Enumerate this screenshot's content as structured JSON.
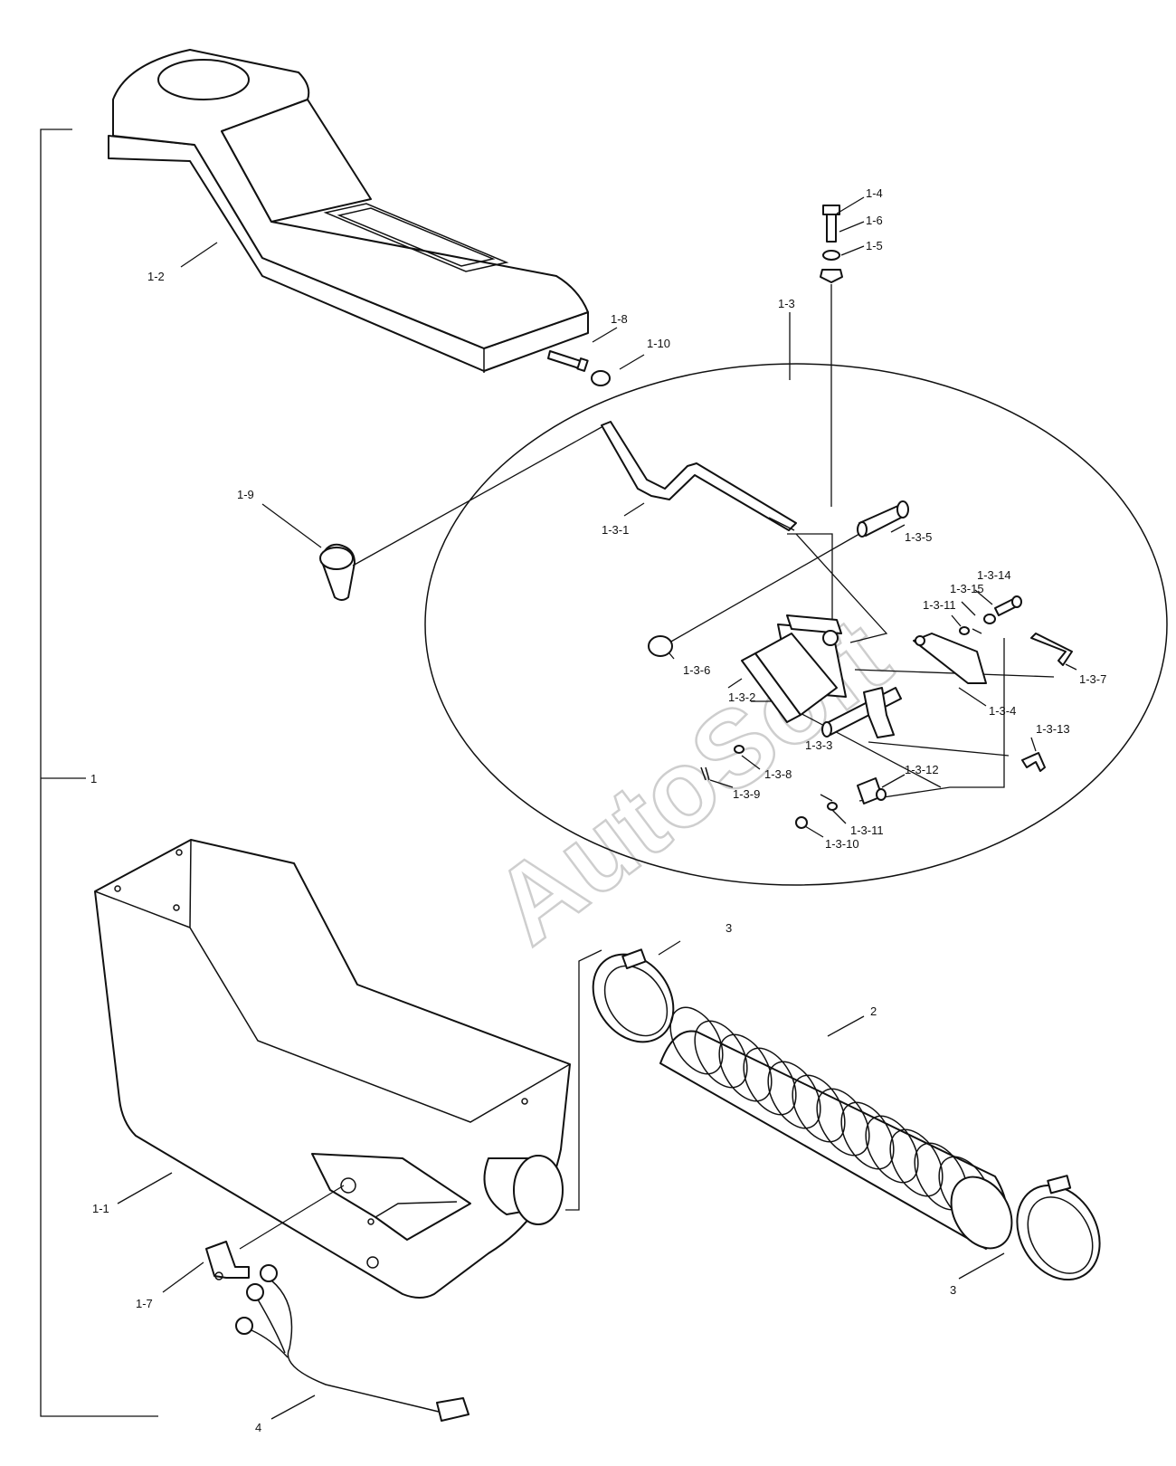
{
  "watermark": "AutoSoft",
  "labels": {
    "l1": "1",
    "l1_1": "1-1",
    "l1_2": "1-2",
    "l1_3": "1-3",
    "l1_4": "1-4",
    "l1_5": "1-5",
    "l1_6": "1-6",
    "l1_7": "1-7",
    "l1_8": "1-8",
    "l1_9": "1-9",
    "l1_10": "1-10",
    "l1_3_1": "1-3-1",
    "l1_3_2": "1-3-2",
    "l1_3_3": "1-3-3",
    "l1_3_4": "1-3-4",
    "l1_3_5": "1-3-5",
    "l1_3_6": "1-3-6",
    "l1_3_7": "1-3-7",
    "l1_3_8": "1-3-8",
    "l1_3_9": "1-3-9",
    "l1_3_10": "1-3-10",
    "l1_3_11a": "1-3-11",
    "l1_3_11b": "1-3-11",
    "l1_3_12": "1-3-12",
    "l1_3_13": "1-3-13",
    "l1_3_14": "1-3-14",
    "l1_3_15": "1-3-15",
    "l2": "2",
    "l3a": "3",
    "l3b": "3",
    "l4": "4"
  }
}
